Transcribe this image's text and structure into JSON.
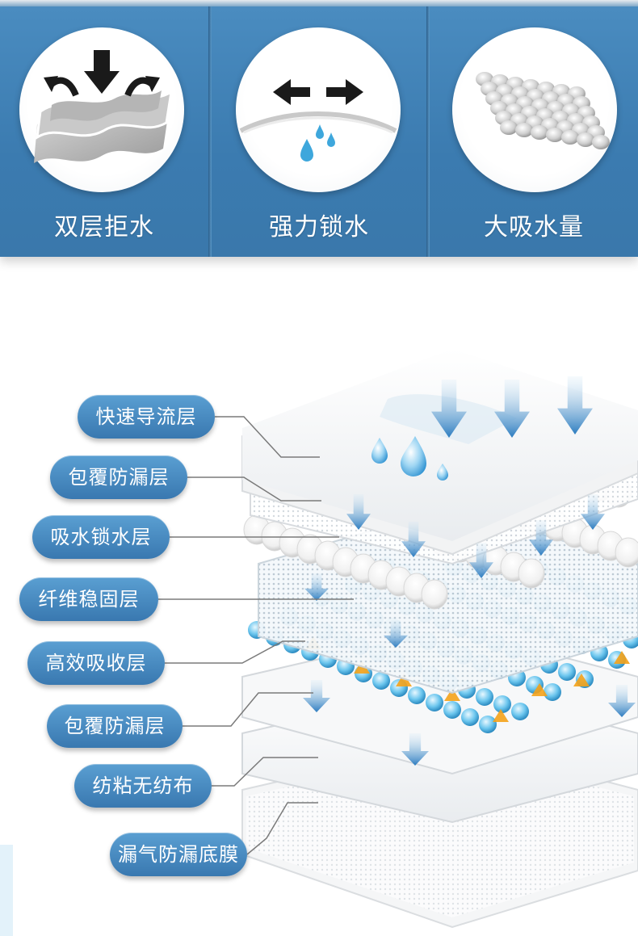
{
  "features": [
    {
      "label": "双层拒水",
      "icon": "double-layer-repel-icon"
    },
    {
      "label": "强力锁水",
      "icon": "water-lock-icon"
    },
    {
      "label": "大吸水量",
      "icon": "absorbent-beads-icon"
    }
  ],
  "layers": [
    {
      "label": "快速导流层"
    },
    {
      "label": "包覆防漏层"
    },
    {
      "label": "吸水锁水层"
    },
    {
      "label": "纤维稳固层"
    },
    {
      "label": "高效吸收层"
    },
    {
      "label": "包覆防漏层"
    },
    {
      "label": "纺粘无纺布"
    },
    {
      "label": "漏气防漏底膜"
    }
  ],
  "colors": {
    "banner_blue": "#3f7fb3",
    "pill_blue": "#3978b0",
    "bead_blue": "#4fb3df",
    "arrow_orange": "#f4a21a",
    "white": "#ffffff"
  }
}
